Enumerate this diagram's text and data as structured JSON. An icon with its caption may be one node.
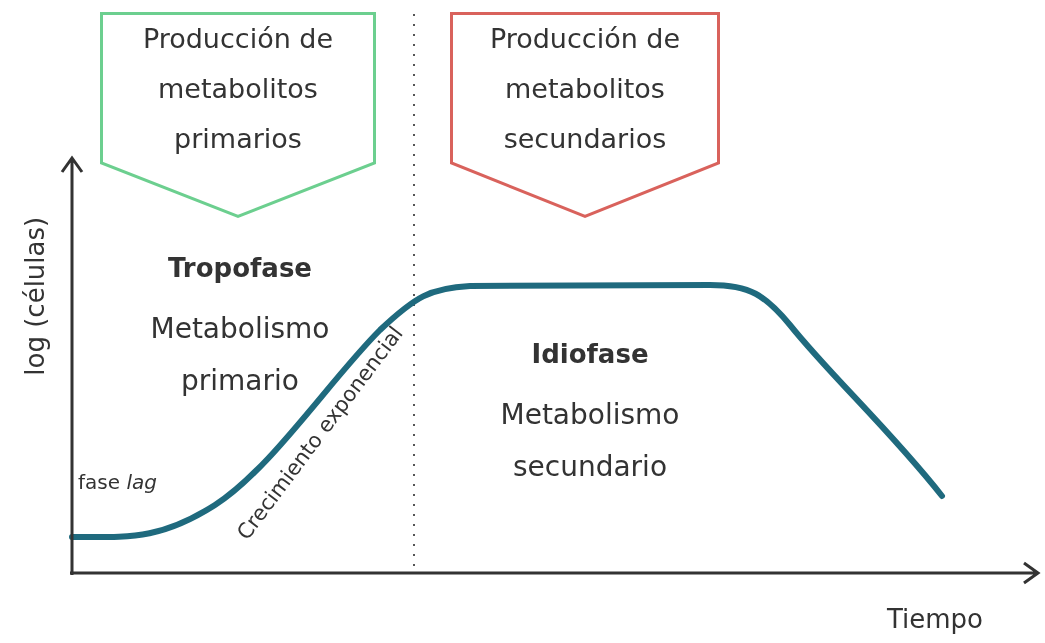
{
  "diagram": {
    "nodes": [
      {
        "text": [
          "Producción de metabolitos primarios"
        ]
      },
      {
        "text": [
          "Producción de metabolitos secundarios"
        ]
      }
    ],
    "labels": [
      "log (células)",
      "Tropofase",
      "Metabolismo primario",
      "fase *lag*",
      "Crecimiento exponencial",
      "Idiofase",
      "Metabolismo secundario",
      "Tiempo"
    ]
  }
}
